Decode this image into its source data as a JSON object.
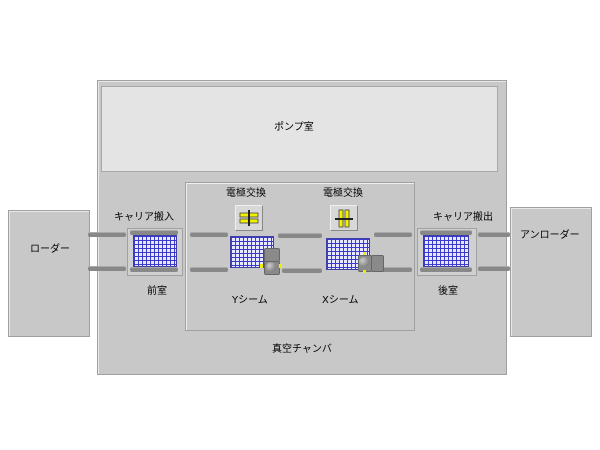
{
  "loader": {
    "label": "ローダー"
  },
  "unloader": {
    "label": "アンローダー"
  },
  "pump_room": {
    "label": "ポンプ室"
  },
  "vacuum_chamber": {
    "label": "真空チャンバ"
  },
  "carrier_in": {
    "label": "キャリア搬入",
    "chamber": "前室"
  },
  "carrier_out": {
    "label": "キャリア搬出",
    "chamber": "後室"
  },
  "stations": [
    {
      "exchange_label": "電極交換",
      "seam_label": "Yシーム"
    },
    {
      "exchange_label": "電極交換",
      "seam_label": "Xシーム"
    }
  ],
  "colors": {
    "panel": "#c8c8c8",
    "grid": "#3b3bd0",
    "electrode": "#f0f000"
  }
}
